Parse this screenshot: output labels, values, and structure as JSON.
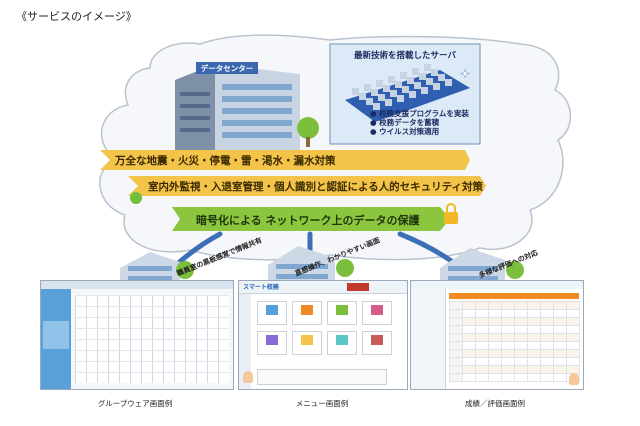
{
  "page_title": "《サービスのイメージ》",
  "data_center_label": "データセンター",
  "rack": {
    "title": "最新技術を搭載したサーバ",
    "bullets": [
      "校務支援プログラムを実装",
      "校務データを蓄積",
      "ウイルス対策適用"
    ]
  },
  "banners": [
    "万全な地震・火災・停電・雷・渇水・漏水対策",
    "室内外監視・入退室管理・個人識別と認証による人的セキュリティ対策"
  ],
  "encryption_banner": "暗号化による ネットワーク上のデータの保護",
  "connection_labels": [
    "職員室の黒板感覚で情報共有",
    "直感操作、わかりやすい画面",
    "多様な評価への対応"
  ],
  "screens": [
    {
      "caption": "グループウェア画面例"
    },
    {
      "caption": "メニュー画面例",
      "logo": "スマート校務"
    },
    {
      "caption": "成績／評価画面例"
    }
  ],
  "colors": {
    "cloud_border": "#b9c3cd",
    "banner": "#f4c44a",
    "encryption": "#8cc63f",
    "accent_orange": "#f08a24",
    "screen_blue": "#5aa0d8"
  }
}
